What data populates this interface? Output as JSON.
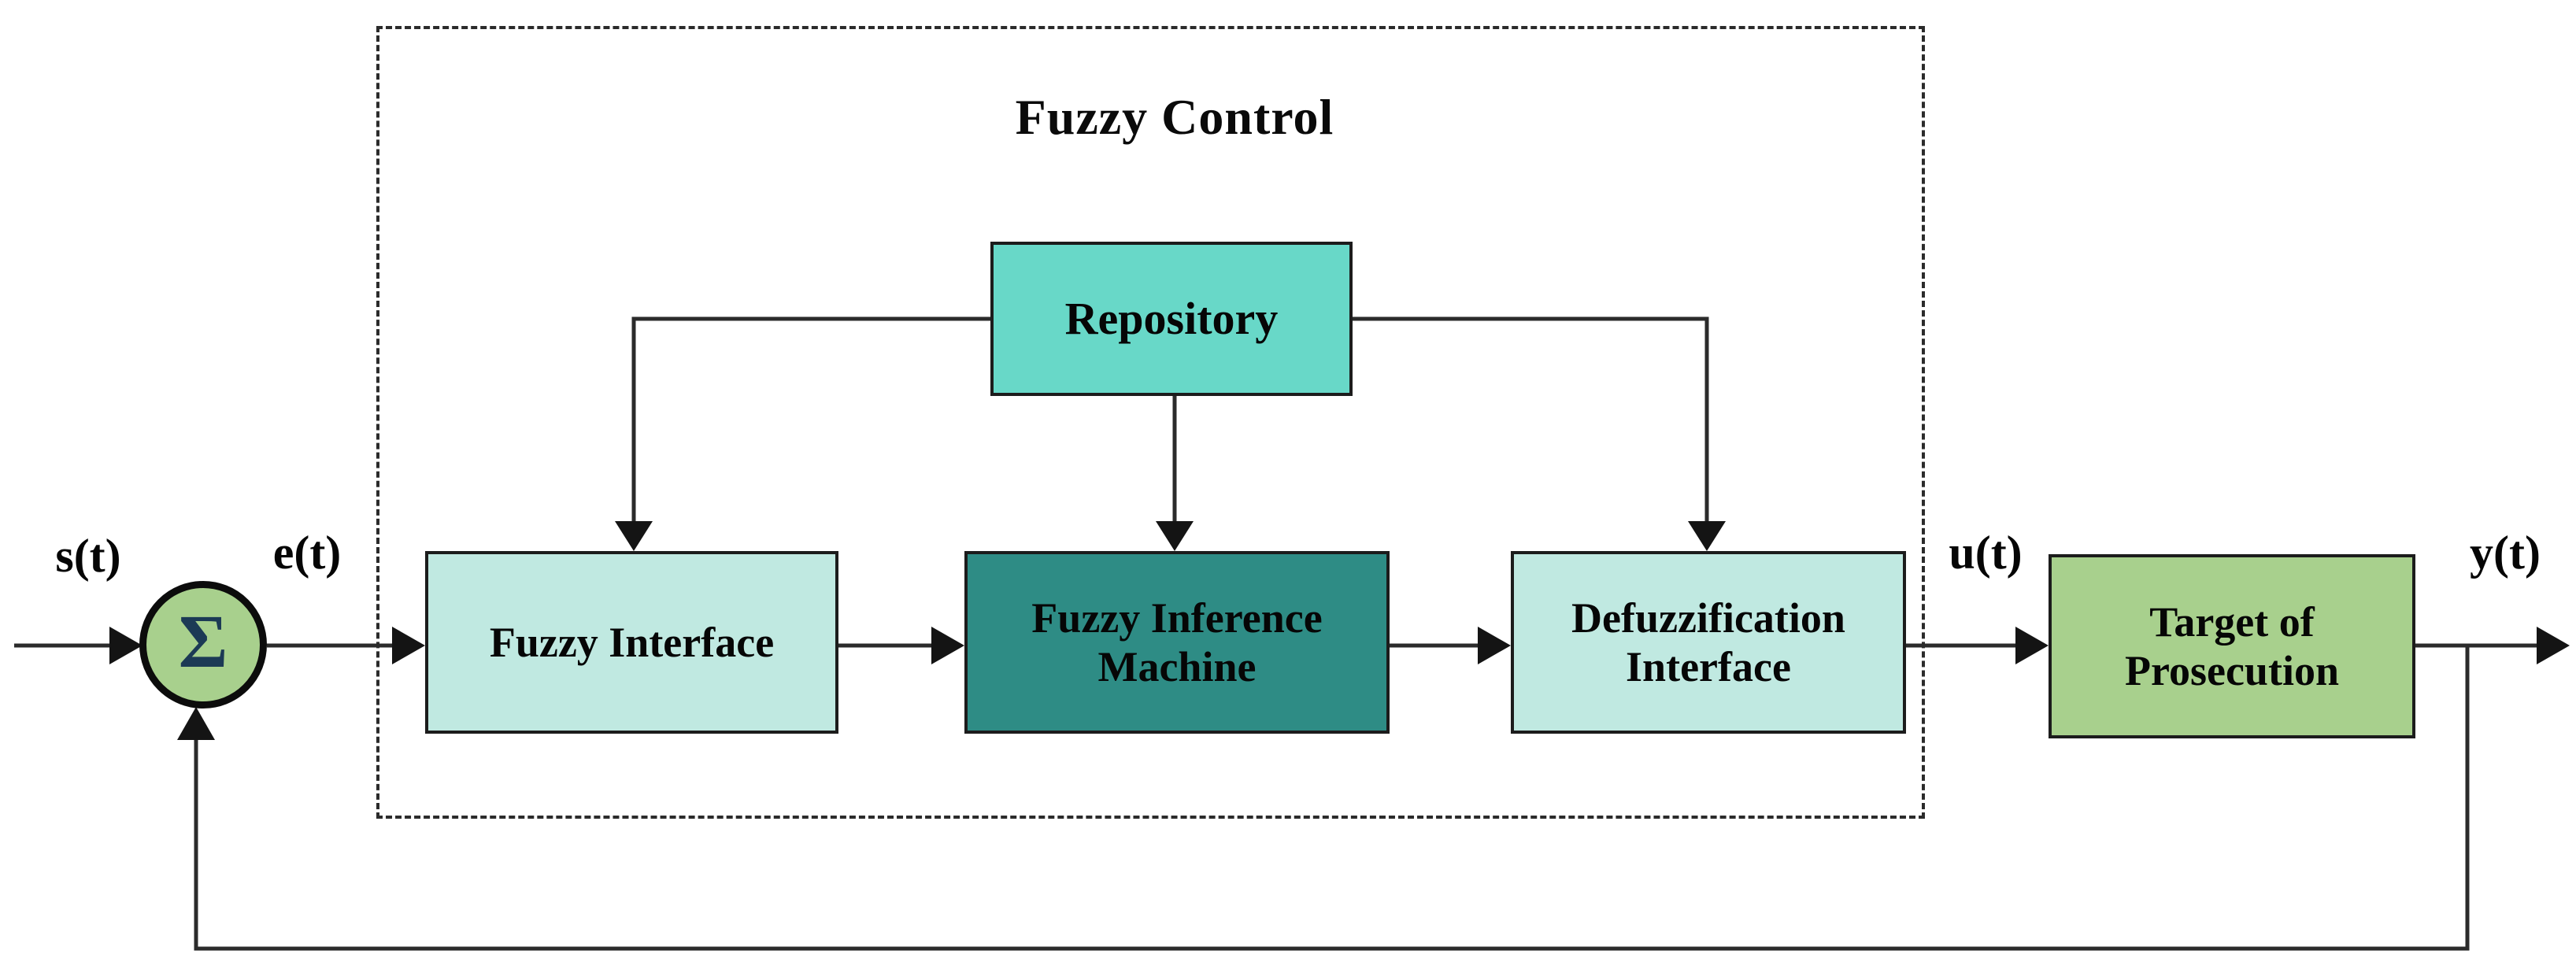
{
  "diagram": {
    "title": "Fuzzy Control",
    "signals": {
      "input": "s(t)",
      "error": "e(t)",
      "control": "u(t)",
      "output": "y(t)"
    },
    "summation": {
      "symbol": "Σ",
      "fill": "#a8d08d",
      "symbol_color": "#1c3a55"
    },
    "blocks": {
      "repository": {
        "label": "Repository",
        "fill": "#68d8c8"
      },
      "fuzzy_interface": {
        "label": "Fuzzy Interface",
        "fill": "#c0e9e1"
      },
      "fuzzy_inference_machine": {
        "label": "Fuzzy Inference Machine",
        "fill": "#2e8c85"
      },
      "defuzzification_interface": {
        "label": "Defuzzification Interface",
        "fill": "#c0e9e1"
      },
      "target_of_prosecution": {
        "label": "Target of Prosecution",
        "fill": "#a8d08d"
      }
    },
    "frame": {
      "style": "dashed",
      "color": "#2b2b2b"
    },
    "wire_color": "#2b2b2b"
  }
}
